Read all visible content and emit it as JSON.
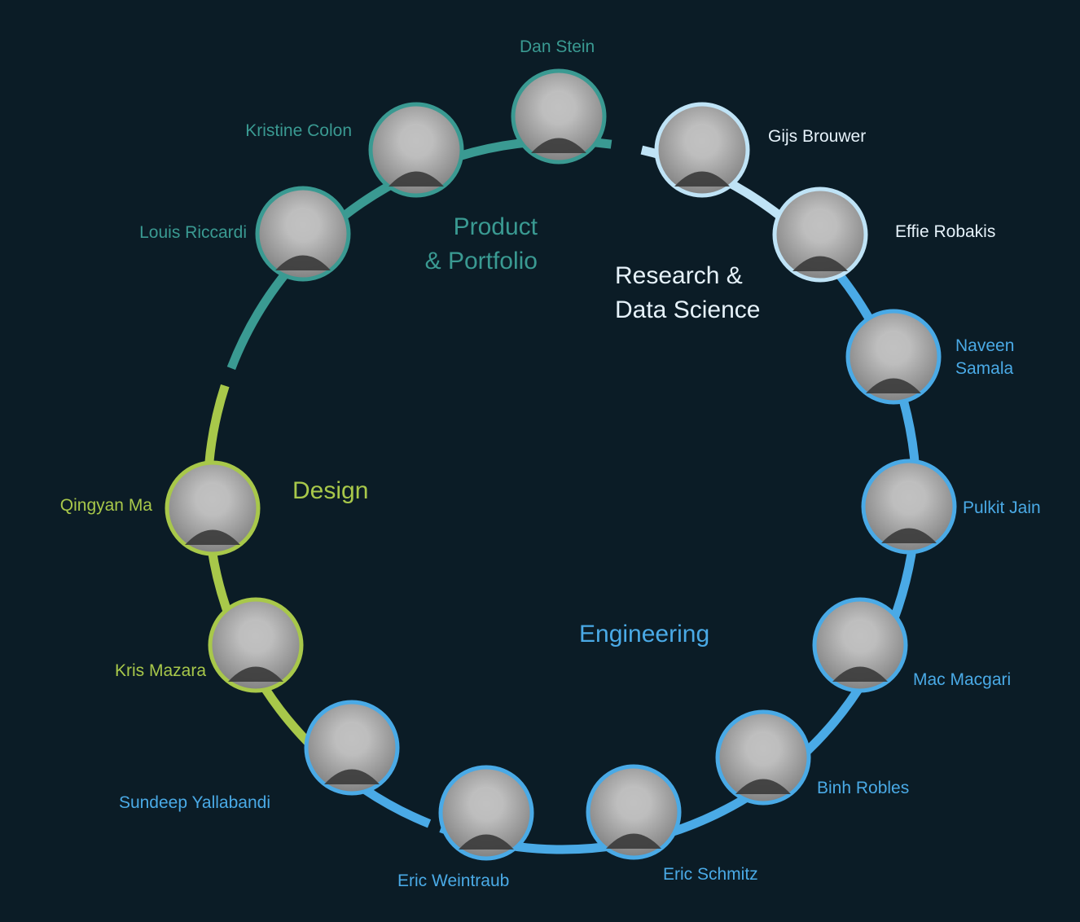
{
  "colors": {
    "background": "#0b1c26",
    "product": "#3a9a92",
    "research": "#bfe3f6",
    "engineering": "#4aaae6",
    "design": "#a8c84a",
    "photo": "#8a8a8a"
  },
  "groups": [
    {
      "id": "product",
      "title_lines": [
        "Product",
        "& Portfolio"
      ]
    },
    {
      "id": "research",
      "title_lines": [
        "Research &",
        "Data Science"
      ]
    },
    {
      "id": "engineering",
      "title_lines": [
        "Engineering"
      ]
    },
    {
      "id": "design",
      "title_lines": [
        "Design"
      ]
    }
  ],
  "members": [
    {
      "name": "Dan Stein",
      "group": "product"
    },
    {
      "name": "Kristine Colon",
      "group": "product"
    },
    {
      "name": "Louis Riccardi",
      "group": "product"
    },
    {
      "name": "Gijs Brouwer",
      "group": "research"
    },
    {
      "name": "Effie Robakis",
      "group": "research"
    },
    {
      "name": "Naveen Samala",
      "group": "engineering"
    },
    {
      "name": "Pulkit Jain",
      "group": "engineering"
    },
    {
      "name": "Mac Macgari",
      "group": "engineering"
    },
    {
      "name": "Binh Robles",
      "group": "engineering"
    },
    {
      "name": "Eric Schmitz",
      "group": "engineering"
    },
    {
      "name": "Eric Weintraub",
      "group": "engineering"
    },
    {
      "name": "Sundeep Yallabandi",
      "group": "engineering"
    },
    {
      "name": "Kris Mazara",
      "group": "design"
    },
    {
      "name": "Qingyan Ma",
      "group": "design"
    }
  ]
}
